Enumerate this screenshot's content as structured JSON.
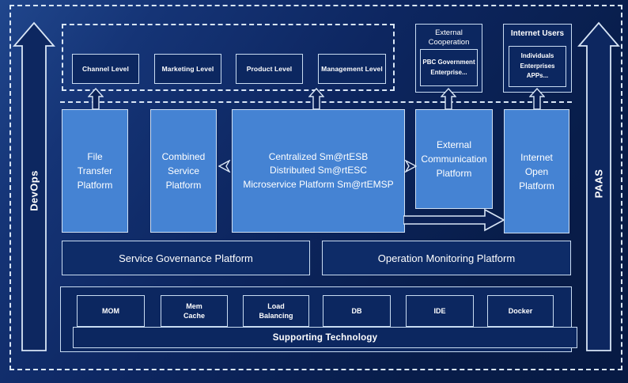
{
  "rails": {
    "devops": "DevOps",
    "paas": "PAAS"
  },
  "top": {
    "levels": [
      "Channel Level",
      "Marketing Level",
      "Product Level",
      "Management Level"
    ],
    "external_cooperation": {
      "title": "External\nCooperation",
      "members": "PBC Government\nEnterprise..."
    },
    "internet_users": {
      "title": "Internet Users",
      "members": "Individuals\nEnterprises\nAPPs..."
    }
  },
  "platforms": {
    "file_transfer": "File\nTransfer\nPlatform",
    "combined_service": "Combined\nService\nPlatform",
    "esb_core": "Centralized Sm@rtESB\nDistributed Sm@rtESC\nMicroservice Platform Sm@rtEMSP",
    "external_communication": "External\nCommunication\nPlatform",
    "internet_open": "Internet\nOpen\nPlatform"
  },
  "governance": {
    "service_governance": "Service Governance Platform",
    "operation_monitoring": "Operation Monitoring Platform"
  },
  "supporting": {
    "bar": "Supporting Technology",
    "items": [
      "MOM",
      "Mem\nCache",
      "Load\nBalancing",
      "DB",
      "IDE",
      "Docker"
    ]
  },
  "colors": {
    "background": "#0b2156",
    "panel_light": "#4583d3",
    "panel_dark": "#0c2760",
    "line_light": "#d9e6f6"
  }
}
